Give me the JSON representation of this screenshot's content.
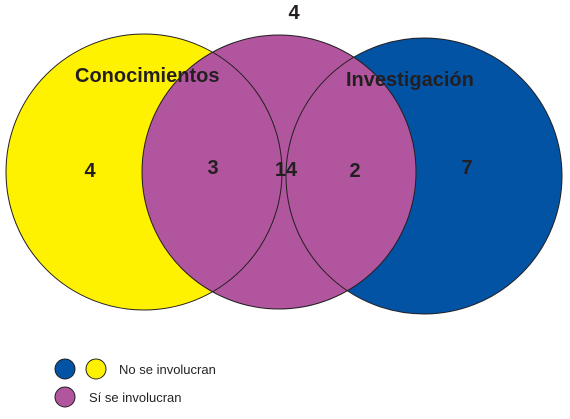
{
  "colors": {
    "knowledge": "#FFF200",
    "research": "#0353A4",
    "involved": "#B0559E",
    "intersection_hatch": "#8a8a8a",
    "outline": "#231F20"
  },
  "sets": {
    "knowledge_label": "Conocimientos",
    "research_label": "Investigación"
  },
  "regions": {
    "top_value": "4",
    "knowledge_only": "4",
    "knowledge_involved": "3",
    "center": "14",
    "research_involved": "2",
    "research_only": "7"
  },
  "legend": {
    "not_involved": "No se involucran",
    "involved": "Sí se involucran"
  }
}
